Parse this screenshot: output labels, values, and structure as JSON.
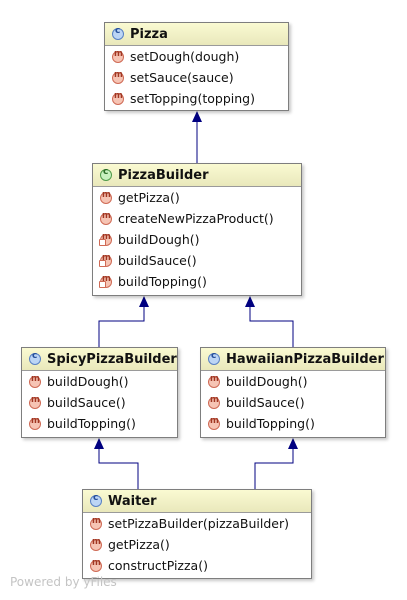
{
  "classes": {
    "pizza": {
      "name": "Pizza",
      "icon": "class-icon",
      "methods": [
        "setDough(dough)",
        "setSauce(sauce)",
        "setTopping(topping)"
      ]
    },
    "pizza_builder": {
      "name": "PizzaBuilder",
      "icon": "abstract-class-icon",
      "methods": [
        "getPizza()",
        "createNewPizzaProduct()",
        "buildDough()",
        "buildSauce()",
        "buildTopping()"
      ]
    },
    "spicy": {
      "name": "SpicyPizzaBuilder",
      "icon": "class-icon",
      "methods": [
        "buildDough()",
        "buildSauce()",
        "buildTopping()"
      ]
    },
    "hawaiian": {
      "name": "HawaiianPizzaBuilder",
      "icon": "class-icon",
      "methods": [
        "buildDough()",
        "buildSauce()",
        "buildTopping()"
      ]
    },
    "waiter": {
      "name": "Waiter",
      "icon": "class-icon",
      "methods": [
        "setPizzaBuilder(pizzaBuilder)",
        "getPizza()",
        "constructPizza()"
      ]
    }
  },
  "edge_color": "#000080",
  "watermark": "Powered by yFiles"
}
